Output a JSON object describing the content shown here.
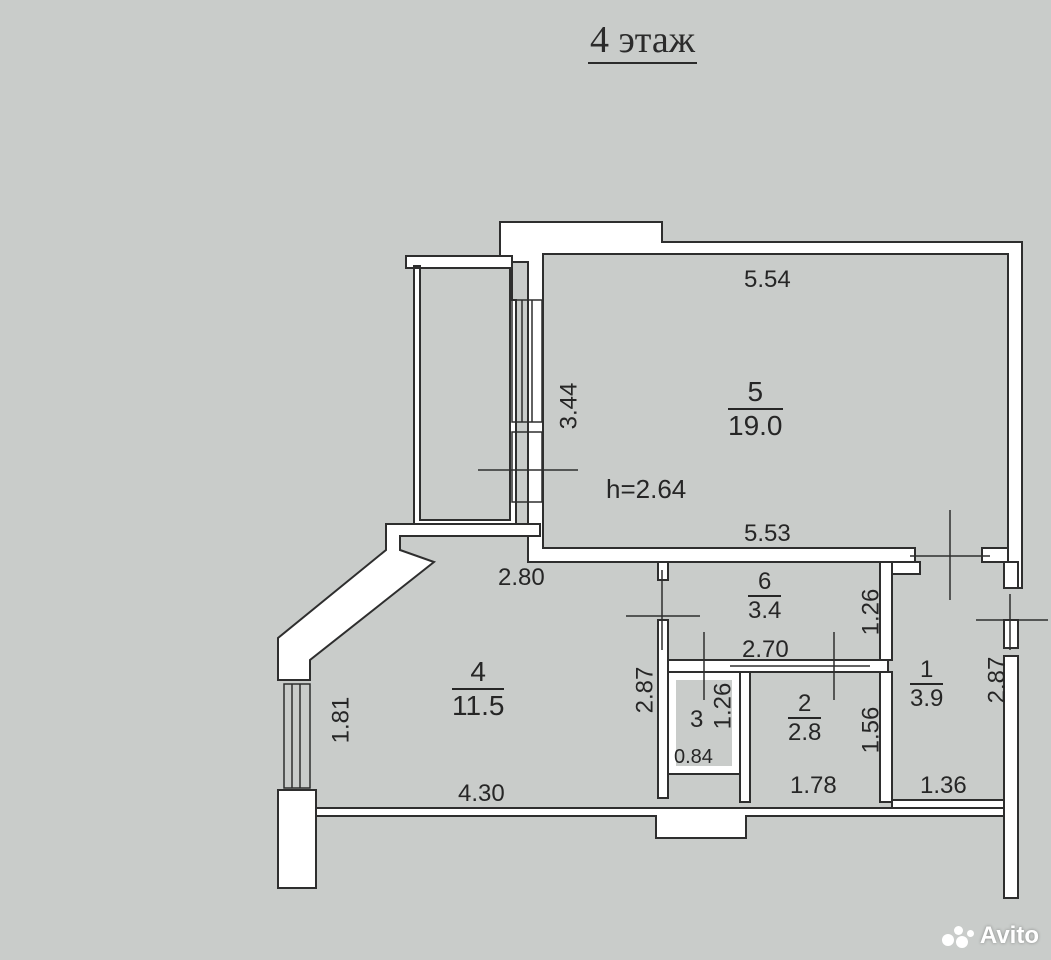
{
  "title": "4  этаж",
  "ceiling_height": "h=2.64",
  "rooms": [
    {
      "number": "5",
      "area": "19.0"
    },
    {
      "number": "4",
      "area": "11.5"
    },
    {
      "number": "6",
      "area": "3.4"
    },
    {
      "number": "3",
      "area": "0.84"
    },
    {
      "number": "2",
      "area": "2.8"
    },
    {
      "number": "1",
      "area": "3.9"
    }
  ],
  "dimensions": {
    "room5_top": "5.54",
    "room5_bottom": "5.53",
    "room5_side": "3.44",
    "room4_top": "2.80",
    "room4_bottom": "4.30",
    "room4_left": "1.81",
    "room4_right": "2.87",
    "room6_side": "1.26",
    "room6_bottom": "2.70",
    "room3_side": "1.26",
    "room2_side": "1.56",
    "room2_bottom": "1.78",
    "room1_side": "2.87",
    "room1_bottom": "1.36"
  },
  "watermark": "Avito",
  "colors": {
    "background": "#c9ccca",
    "wall": "#ffffff",
    "line": "#2e2e2e"
  }
}
